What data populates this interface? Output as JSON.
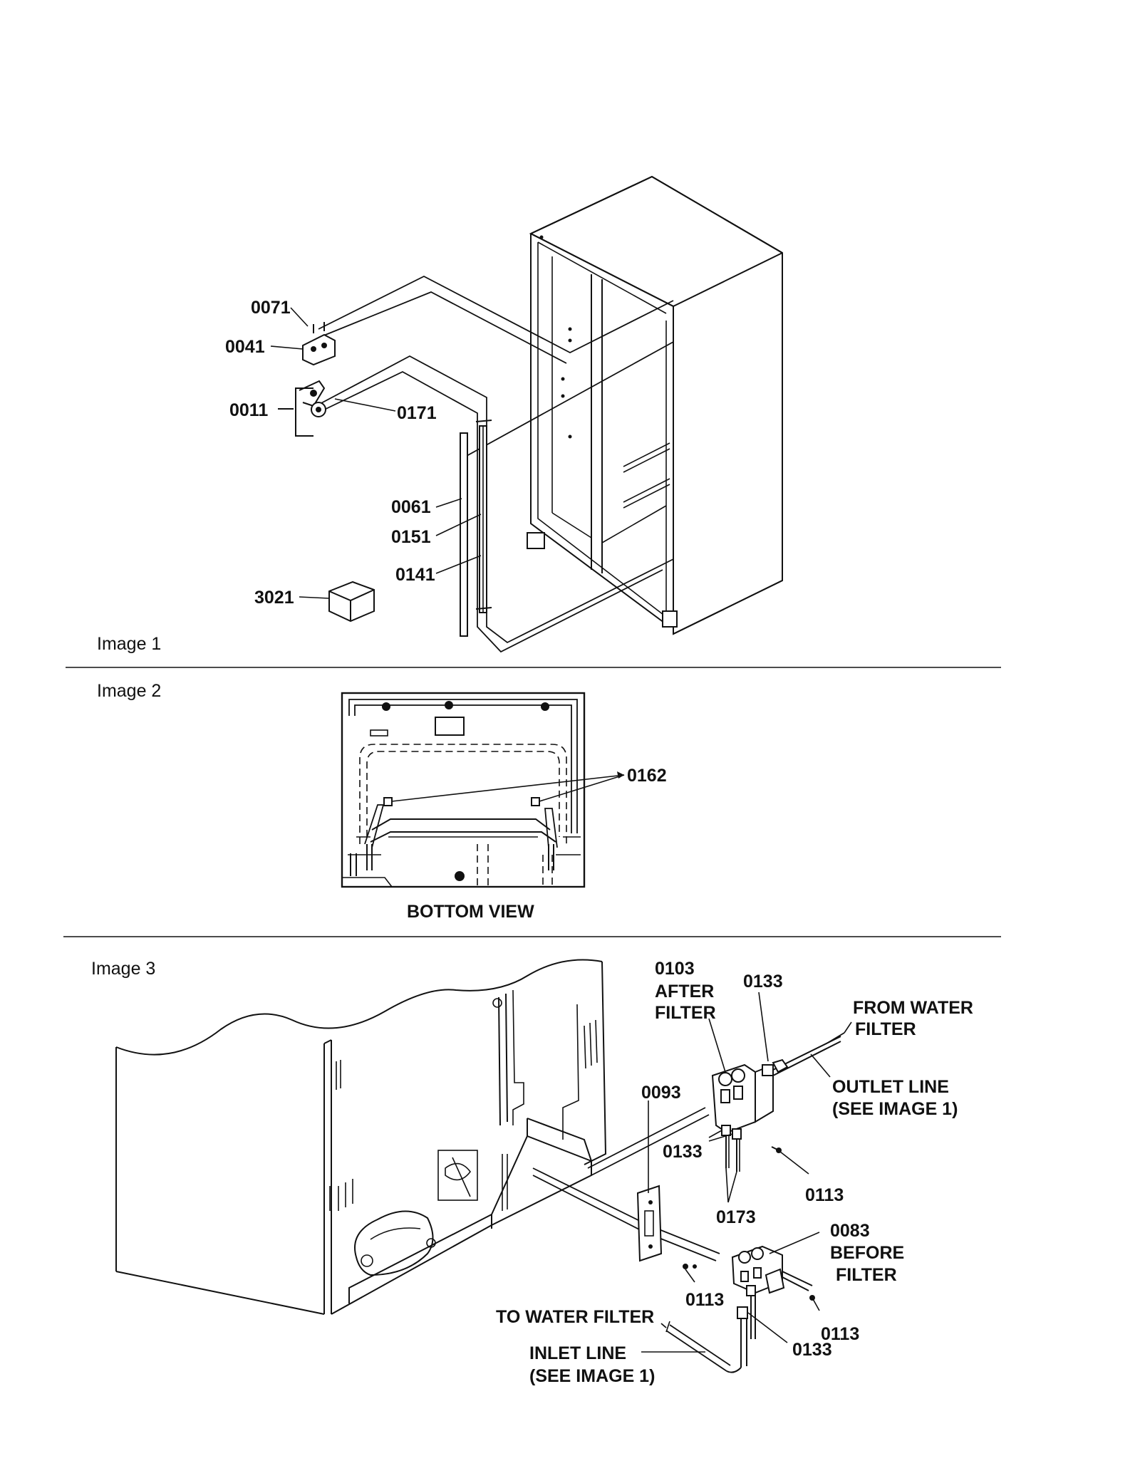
{
  "sections": [
    {
      "id": "image1",
      "title": "Image 1"
    },
    {
      "id": "image2",
      "title": "Image 2",
      "caption": "BOTTOM VIEW"
    },
    {
      "id": "image3",
      "title": "Image 3"
    }
  ],
  "image1_labels": {
    "p0071": "0071",
    "p0041": "0041",
    "p0011": "0011",
    "p0171": "0171",
    "p0061": "0061",
    "p0151": "0151",
    "p0141": "0141",
    "p3021": "3021"
  },
  "image2_labels": {
    "p0162": "0162"
  },
  "image3_labels": {
    "p0103": "0103",
    "after_filter_1": "AFTER",
    "after_filter_2": "FILTER",
    "p0133_top": "0133",
    "from_water_filter_1": "FROM WATER",
    "from_water_filter_2": "FILTER",
    "outlet_line_1": "OUTLET LINE",
    "outlet_line_2": "(SEE IMAGE 1)",
    "p0093": "0093",
    "p0133_mid": "0133",
    "p0113_right": "0113",
    "p0173": "0173",
    "p0083": "0083",
    "before_filter_1": "BEFORE",
    "before_filter_2": "FILTER",
    "p0113_bracket": "0113",
    "p0113_bottom": "0113",
    "to_water_filter": "TO WATER FILTER",
    "p0133_bottom": "0133",
    "inlet_line_1": "INLET LINE",
    "inlet_line_2": "(SEE IMAGE 1)"
  }
}
